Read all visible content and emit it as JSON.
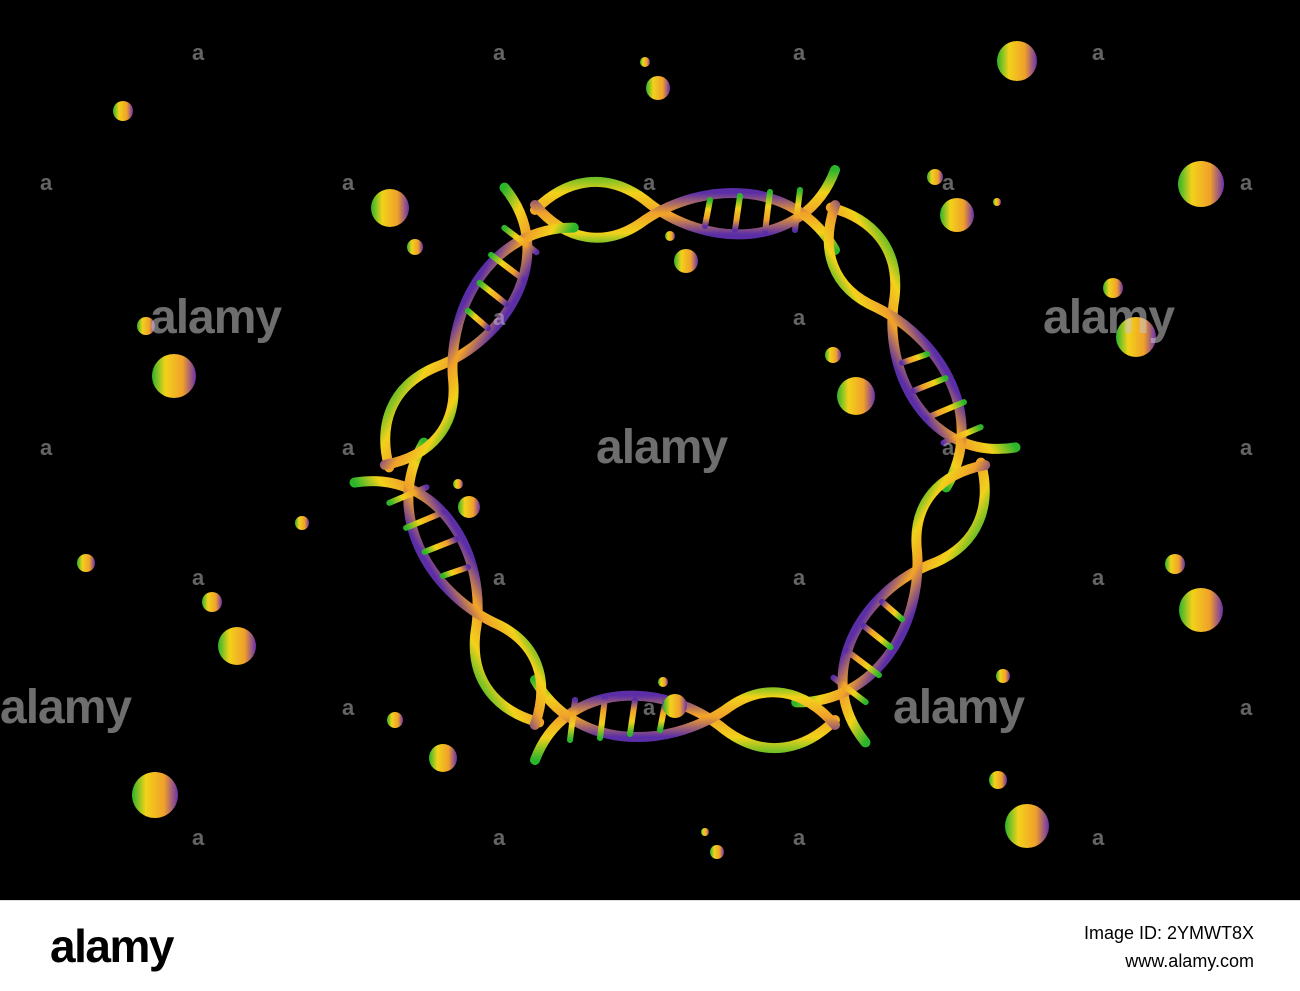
{
  "watermark": {
    "text": "alamy",
    "mark": "a"
  },
  "footer": {
    "logo": "alamy",
    "image_id": "Image ID: 2YMWT8X",
    "url": "www.alamy.com"
  },
  "colors": {
    "background": "#000000",
    "gradient_green": "#2bb52b",
    "gradient_yellow": "#f2d21a",
    "gradient_orange": "#f0a02a",
    "gradient_purple": "#5b2ea8"
  },
  "illustration": {
    "subject": "ring of six DNA double-helix segments with floating gradient spheres",
    "icon": "dna-helix-icon"
  }
}
